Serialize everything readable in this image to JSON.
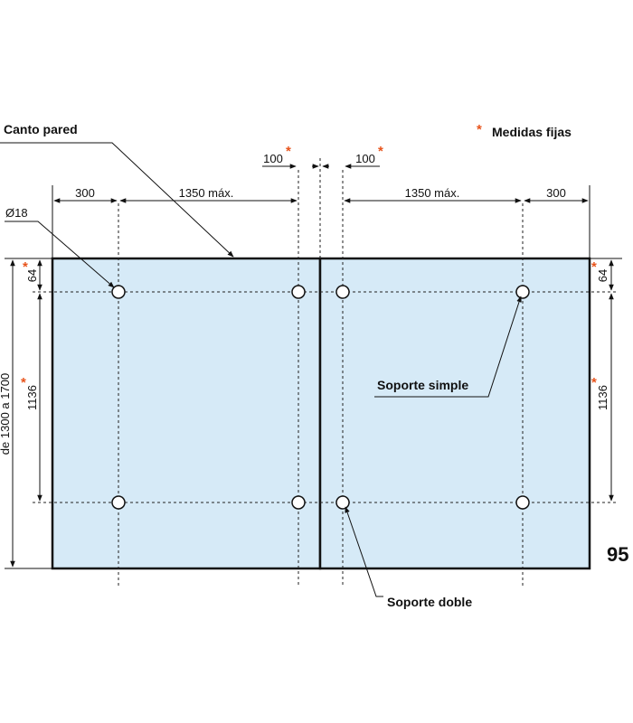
{
  "colors": {
    "panel": "#d6eaf7",
    "star": "#e8541c",
    "line": "#111111"
  },
  "labels": {
    "canto_pared": "Canto pared",
    "medidas_star": "*",
    "medidas_fijas": "Medidas fijas",
    "diametro": "Ø18",
    "soporte_simple": "Soporte simple",
    "soporte_doble": "Soporte doble",
    "model_code": "95"
  },
  "dimensions": {
    "left_300": "300",
    "left_1350": "1350 máx.",
    "right_1350": "1350 máx.",
    "right_300": "300",
    "gap_left_100": "100",
    "gap_right_100": "100",
    "height_total": "de 1300 a 1700",
    "left_64": "64",
    "left_1136": "1136",
    "right_64": "64",
    "right_1136": "1136"
  },
  "icons": {
    "star": "asterisk-icon",
    "holes": "drill-hole-icon"
  }
}
